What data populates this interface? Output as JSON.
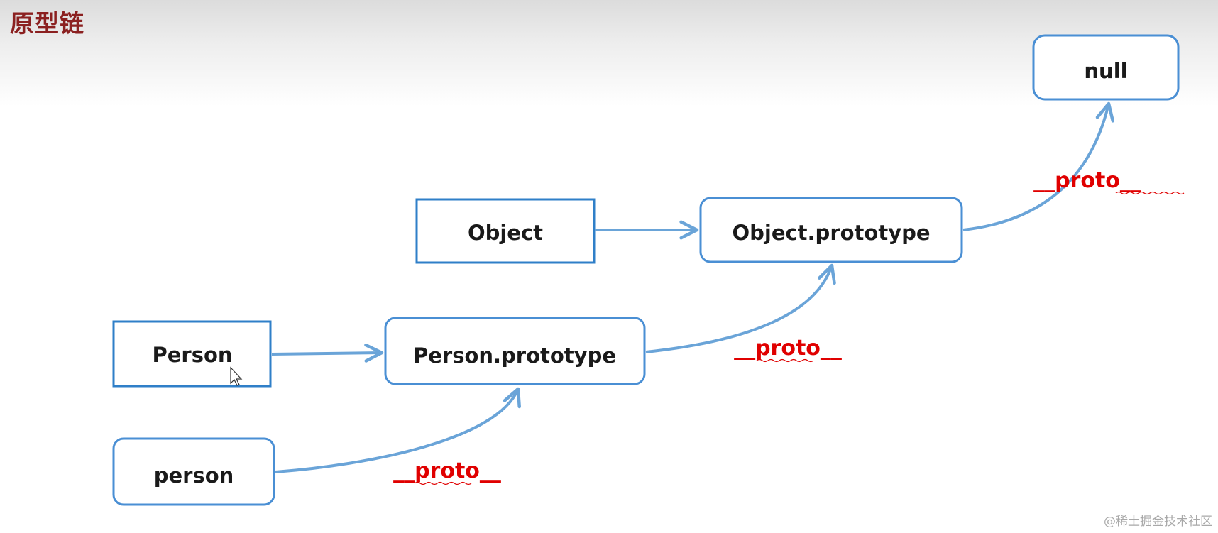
{
  "title": "原型链",
  "watermark": "@稀土掘金技术社区",
  "colors": {
    "box_border": "#4a8fd4",
    "arrow": "#6aa4d8",
    "proto": "#e00000",
    "title": "#8b2020"
  },
  "nodes": {
    "null": "null",
    "object": "Object",
    "object_prototype": "Object.prototype",
    "person_ctor": "Person",
    "person_prototype": "Person.prototype",
    "person_instance": "person"
  },
  "proto_labels": {
    "to_null": "__proto__",
    "to_object_prototype": "__proto__",
    "to_person_prototype": "__proto__"
  }
}
